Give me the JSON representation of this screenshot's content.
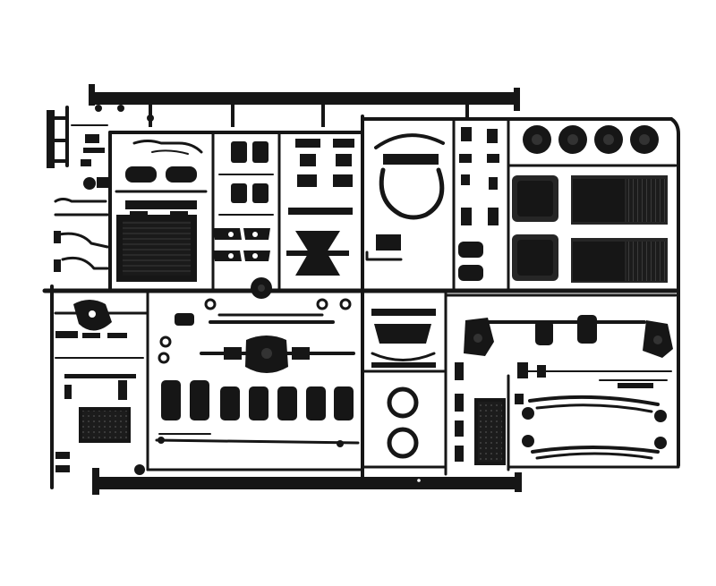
{
  "image": {
    "subject": "plastic-model-sprue",
    "background": "#ffffff",
    "plastic_color": "#161616",
    "text_present": false
  },
  "parts": {
    "wheels_top_right": 4,
    "brake_drum_rings": 2,
    "fuel_tank_halves": 6
  }
}
